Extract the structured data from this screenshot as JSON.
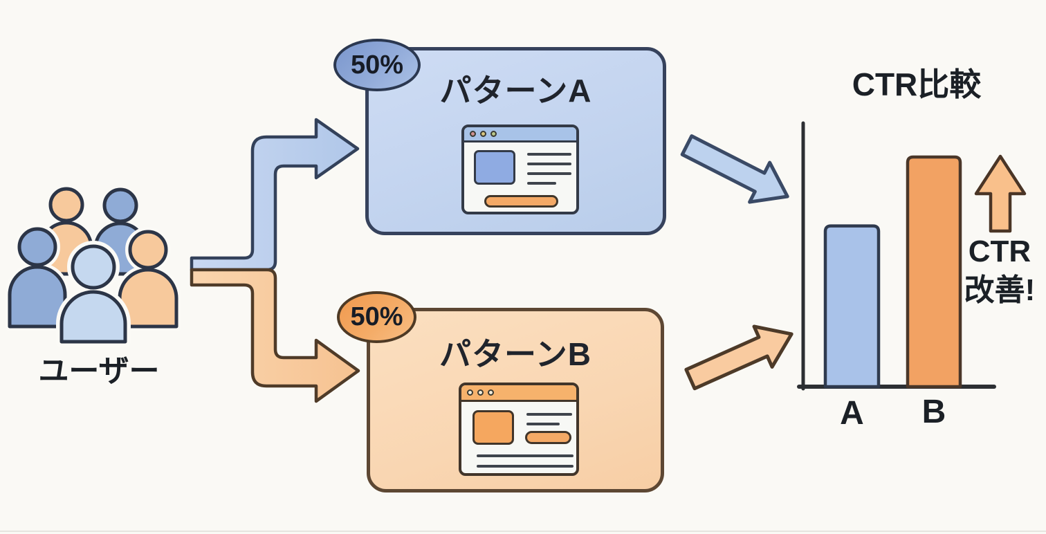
{
  "users": {
    "label": "ユーザー"
  },
  "pattern_a": {
    "badge_label": "50%",
    "title": "パターンA"
  },
  "pattern_b": {
    "badge_label": "50%",
    "title": "パターンB"
  },
  "improvement": {
    "line1": "CTR",
    "line2": "改善!"
  },
  "chart_data": {
    "type": "bar",
    "title": "CTR比較",
    "categories": [
      "A",
      "B"
    ],
    "series": [
      {
        "name": "CTR",
        "values": [
          70,
          100
        ]
      }
    ],
    "value_scale": "relative — no numeric axis labels shown in figure",
    "ylim": [
      0,
      115
    ],
    "grid": false,
    "legend": false,
    "bar_colors": [
      "#a9c2e9",
      "#f2a263"
    ],
    "annotation": "CTR 改善!"
  },
  "icons": {
    "users_group": "five-person-group",
    "split_arrows": "fork-arrows (blue up / orange down)",
    "browser_traffic_lights": "three window dots",
    "up_arrow": "⬆"
  },
  "colors": {
    "background": "#faf9f5",
    "text": "#1b2026",
    "outline_blue": "#33415a",
    "outline_orange": "#4f3b28",
    "blue_arrow": "#bcd0ed",
    "blue_card": "#c3d4ef",
    "blue_badge": "#8aa4d6",
    "blue_bar": "#a9c2e9",
    "orange_arrow": "#f8cba0",
    "orange_card": "#f9d6b2",
    "orange_badge": "#f4a45f",
    "orange_bar": "#f2a263"
  }
}
